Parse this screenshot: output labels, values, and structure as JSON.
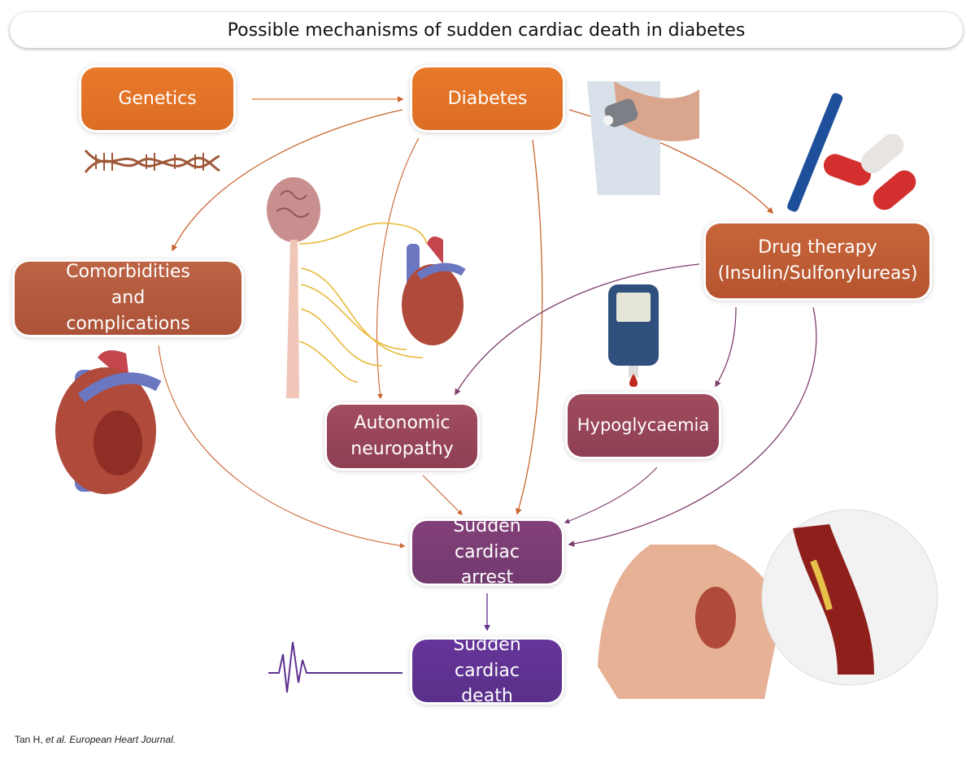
{
  "title": "Possible mechanisms of sudden cardiac death in diabetes",
  "nodes": {
    "genetics": "Genetics",
    "diabetes": "Diabetes",
    "comorbidities": "Comorbidities and complications",
    "drug_therapy_line1": "Drug therapy",
    "drug_therapy_line2": "(Insulin/Sulfonylureas)",
    "autonomic_neuropathy": "Autonomic neuropathy",
    "hypoglycaemia": "Hypoglycaemia",
    "sudden_cardiac_arrest": "Sudden cardiac arrest",
    "sudden_cardiac_death": "Sudden cardiac death"
  },
  "citation": {
    "authors": "Tan H,",
    "etal": "et al.",
    "journal": "European Heart Journal."
  },
  "colors": {
    "orange": "#e37427",
    "rust": "#b75d40",
    "wine": "#9a4558",
    "plum": "#7b3d74",
    "purple": "#5e3290",
    "arrow_orange": "#c9652f",
    "arrow_purple": "#7e3e6e"
  }
}
